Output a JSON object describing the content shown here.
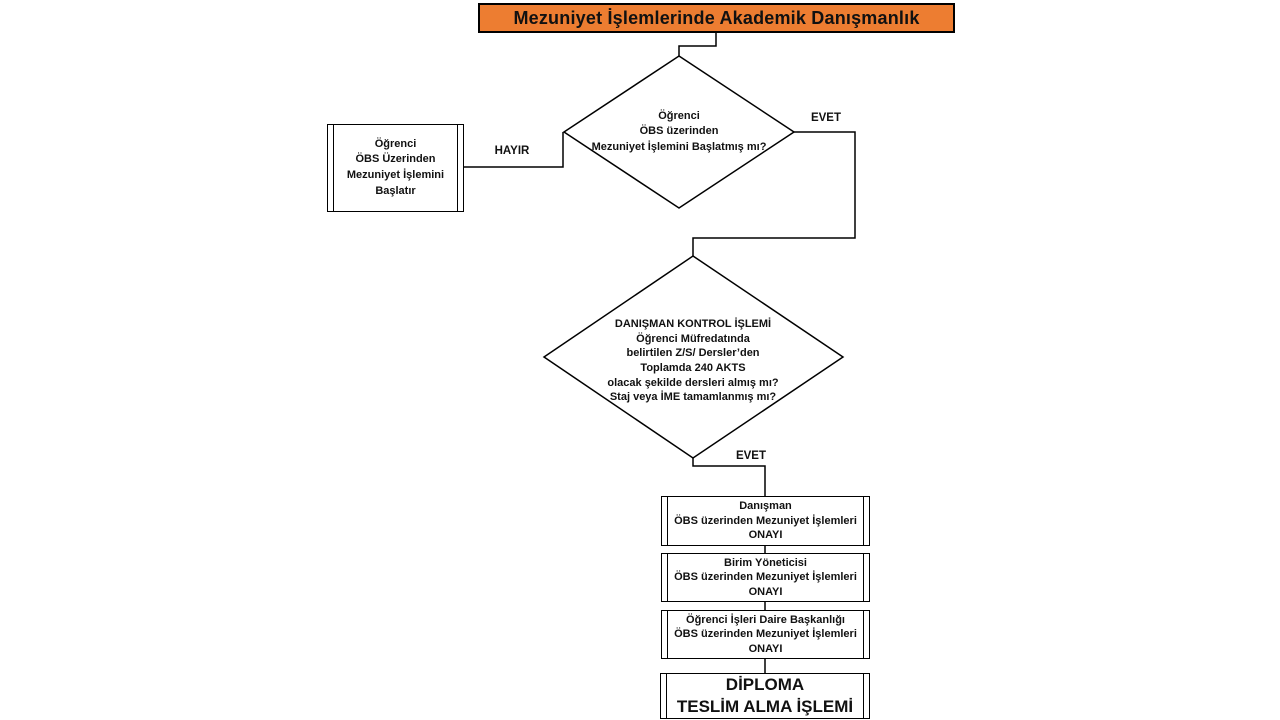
{
  "title": "Mezuniyet İşlemlerinde Akademik Danışmanlık",
  "colors": {
    "title_bg": "#ED7D31",
    "line": "#000000"
  },
  "nodes": {
    "decision_started": "Öğrenci\nÖBS üzerinden\nMezuniyet İşlemini Başlatmış mı?",
    "process_start": "Öğrenci\nÖBS Üzerinden\nMezuniyet İşlemini\nBaşlatır",
    "decision_advisor_control": "DANIŞMAN KONTROL İŞLEMİ\nÖğrenci Müfredatında\nbelirtilen Z/S/ Dersler’den\nToplamda 240 AKTS\nolacak şekilde dersleri almış mı?\nStaj veya İME tamamlanmış mı?",
    "approval_advisor": "Danışman\nÖBS üzerinden Mezuniyet İşlemleri\nONAYI",
    "approval_unit_manager": "Birim Yöneticisi\nÖBS üzerinden Mezuniyet İşlemleri\nONAYI",
    "approval_student_affairs": "Öğrenci İşleri Daire Başkanlığı\nÖBS üzerinden Mezuniyet İşlemleri\nONAYI",
    "final_diploma": "DİPLOMA\nTESLİM ALMA İŞLEMİ"
  },
  "edge_labels": {
    "no": "HAYIR",
    "yes_first": "EVET",
    "yes_second": "EVET"
  }
}
